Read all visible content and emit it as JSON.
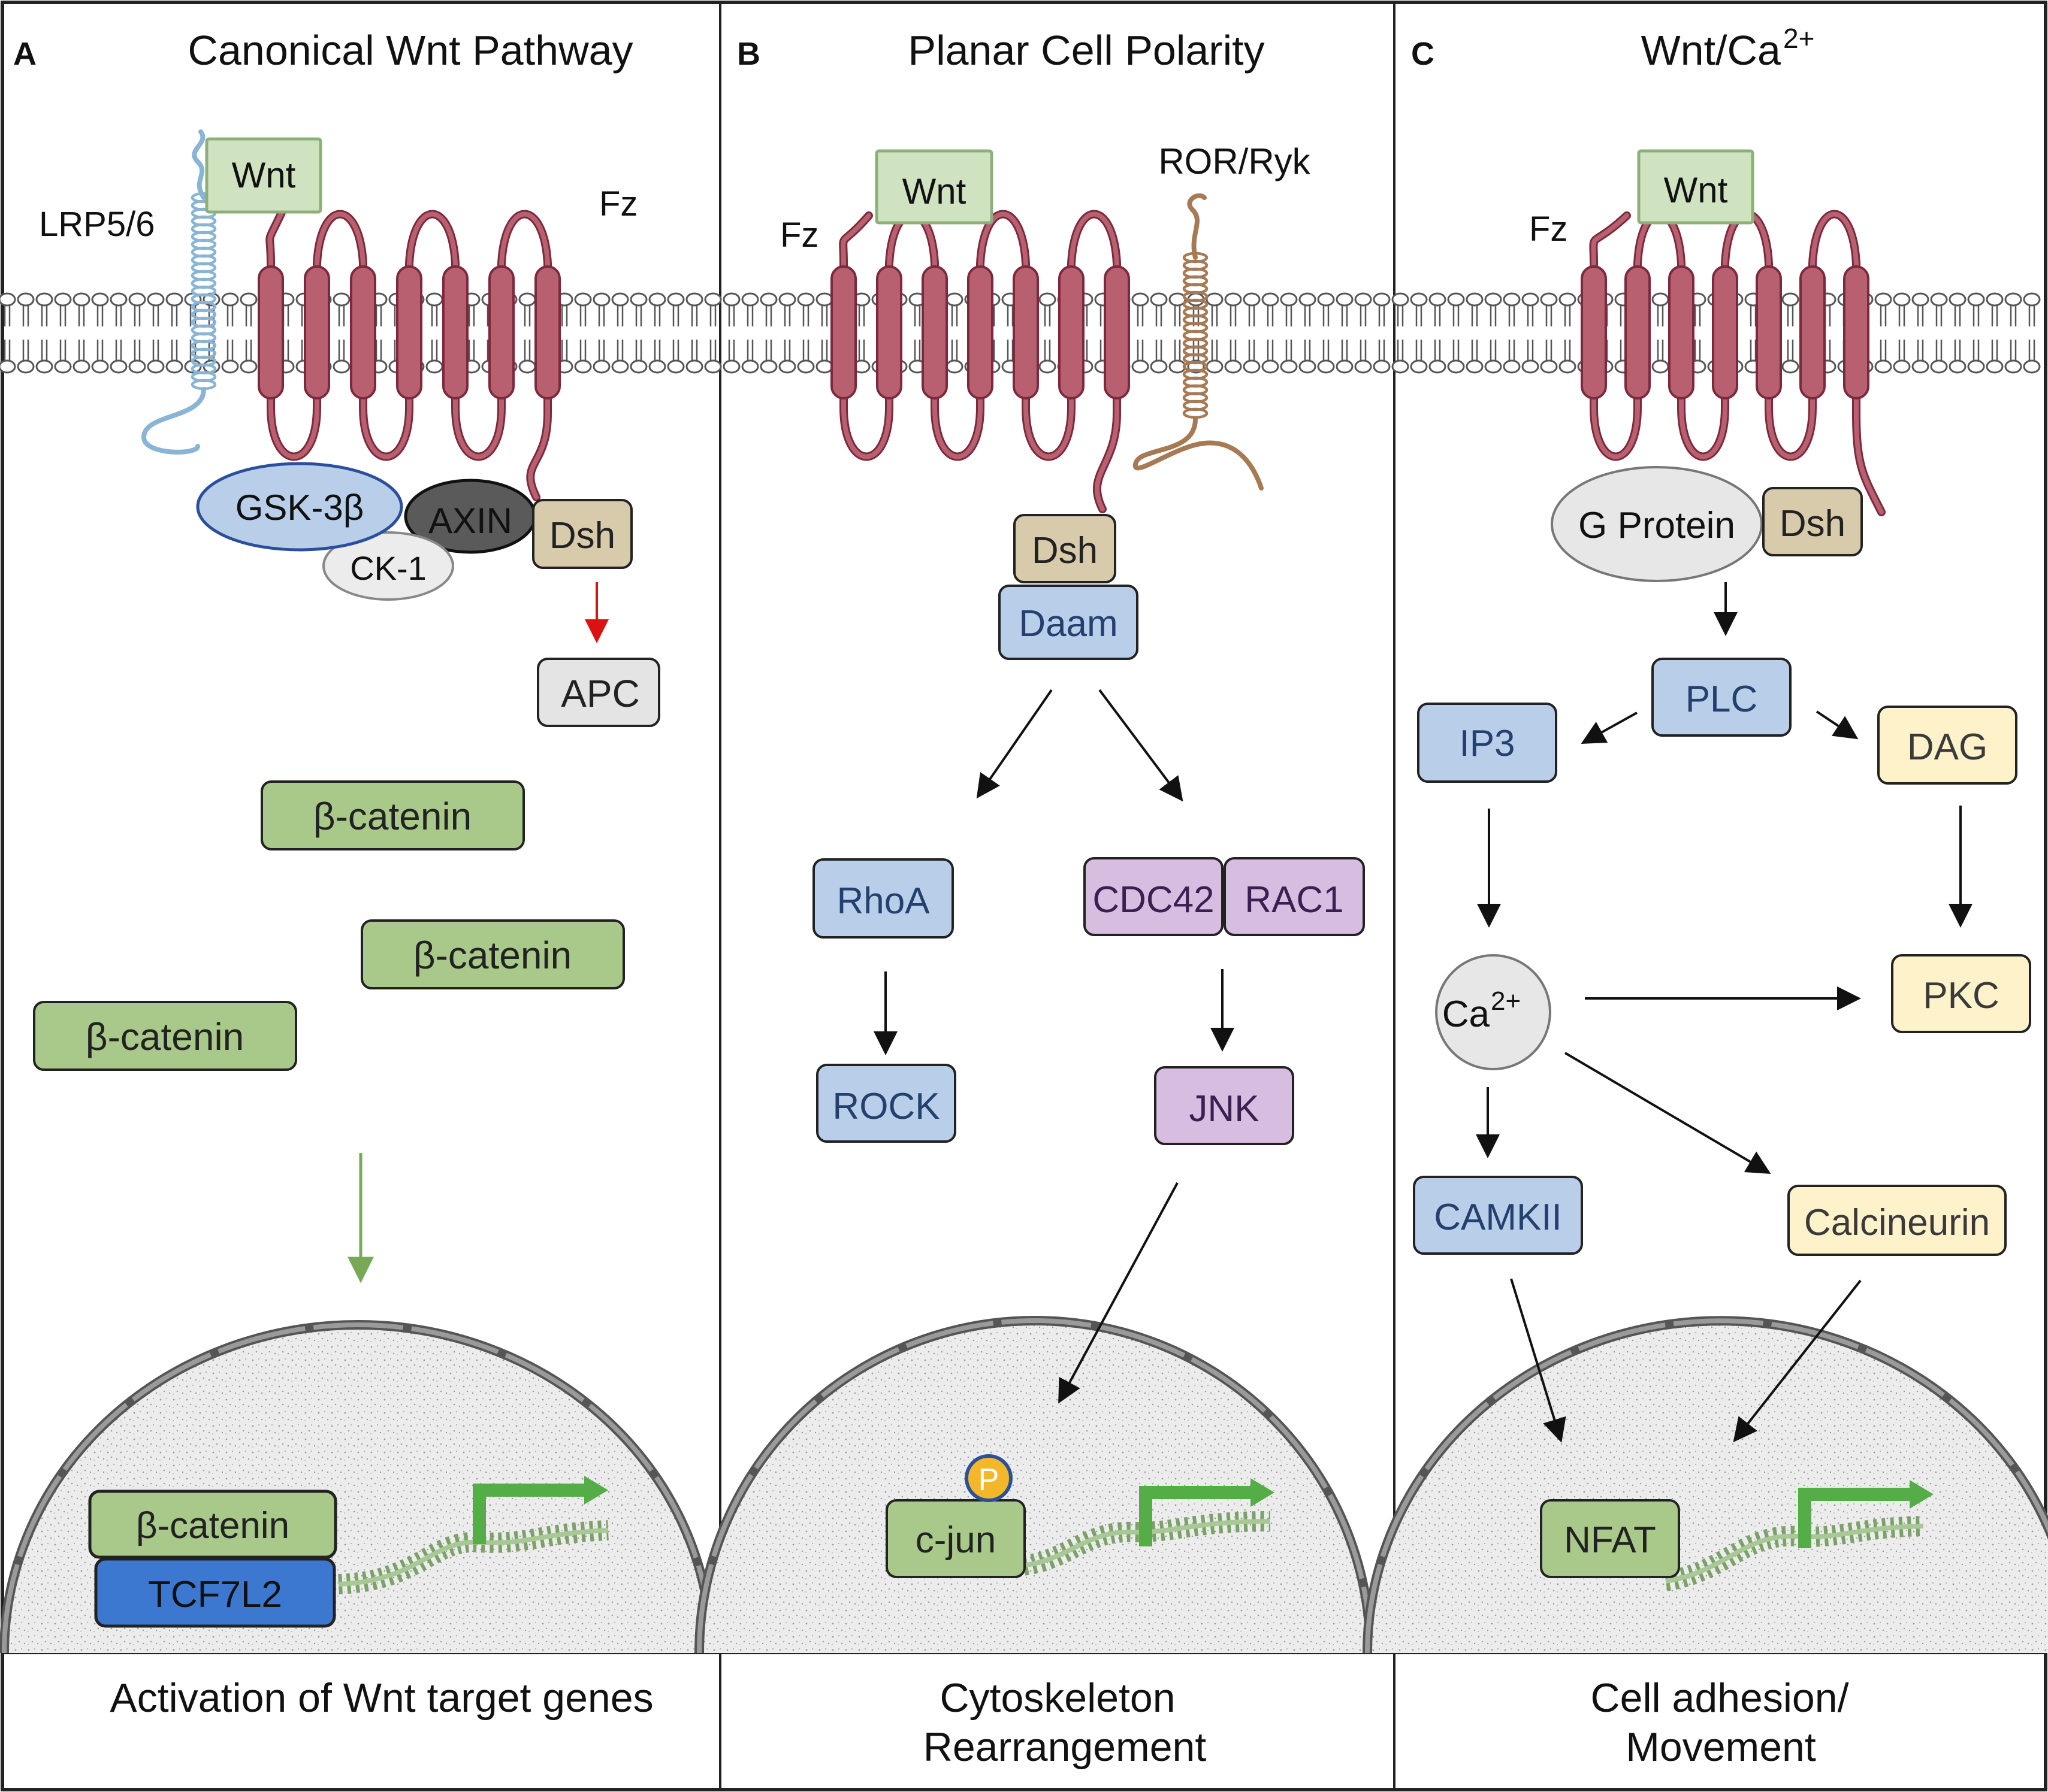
{
  "colors": {
    "receptor": "#b85f70",
    "receptor_stroke": "#7a2a3c",
    "lrp_coil": "#8ab4d4",
    "ror_coil": "#a57a55",
    "wnt_fill": "#cfe3c1",
    "wnt_stroke": "#8db07a",
    "green_box": "#a9c98a",
    "blue_box": "#b9cfe9",
    "purple_box": "#d7bde0",
    "yellow_box": "#fdf2c9",
    "tan_box": "#d8cbab",
    "gray_box": "#e4e4e4",
    "dark_blue_box": "#3c78cf",
    "dark_ellipse": "#5a5a5a",
    "gene_arrow": "#55ad47",
    "red_arrow": "#dd1111",
    "phospho": "#f3b82a",
    "membrane": "#555555"
  },
  "panels": {
    "A": {
      "letter": "A",
      "title": "Canonical Wnt Pathway",
      "wnt": "Wnt",
      "lrp": "LRP5/6",
      "fz": "Fz",
      "gsk": "GSK-3β",
      "axin": "AXIN",
      "ck1": "CK-1",
      "dsh": "Dsh",
      "apc": "APC",
      "bcat1": "β-catenin",
      "bcat2": "β-catenin",
      "bcat3": "β-catenin",
      "nuc_bcat": "β-catenin",
      "tcf": "TCF7L2",
      "footer": "Activation of Wnt target genes"
    },
    "B": {
      "letter": "B",
      "title": "Planar Cell Polarity",
      "wnt": "Wnt",
      "fz": "Fz",
      "ror": "ROR/Ryk",
      "dsh": "Dsh",
      "daam": "Daam",
      "rhoa": "RhoA",
      "cdc42": "CDC42",
      "rac1": "RAC1",
      "rock": "ROCK",
      "jnk": "JNK",
      "phospho": "P",
      "cjun": "c-jun",
      "footer_line1": "Cytoskeleton",
      "footer_line2": "Rearrangement"
    },
    "C": {
      "letter": "C",
      "title_main": "Wnt/Ca",
      "title_sup": "2+",
      "wnt": "Wnt",
      "fz": "Fz",
      "gprotein": "G Protein",
      "dsh": "Dsh",
      "plc": "PLC",
      "ip3": "IP3",
      "dag": "DAG",
      "ca_main": "Ca",
      "ca_sup": "2+",
      "pkc": "PKC",
      "camkii": "CAMKII",
      "calcineurin": "Calcineurin",
      "nfat": "NFAT",
      "footer_line1": "Cell adhesion/",
      "footer_line2": "Movement"
    }
  }
}
